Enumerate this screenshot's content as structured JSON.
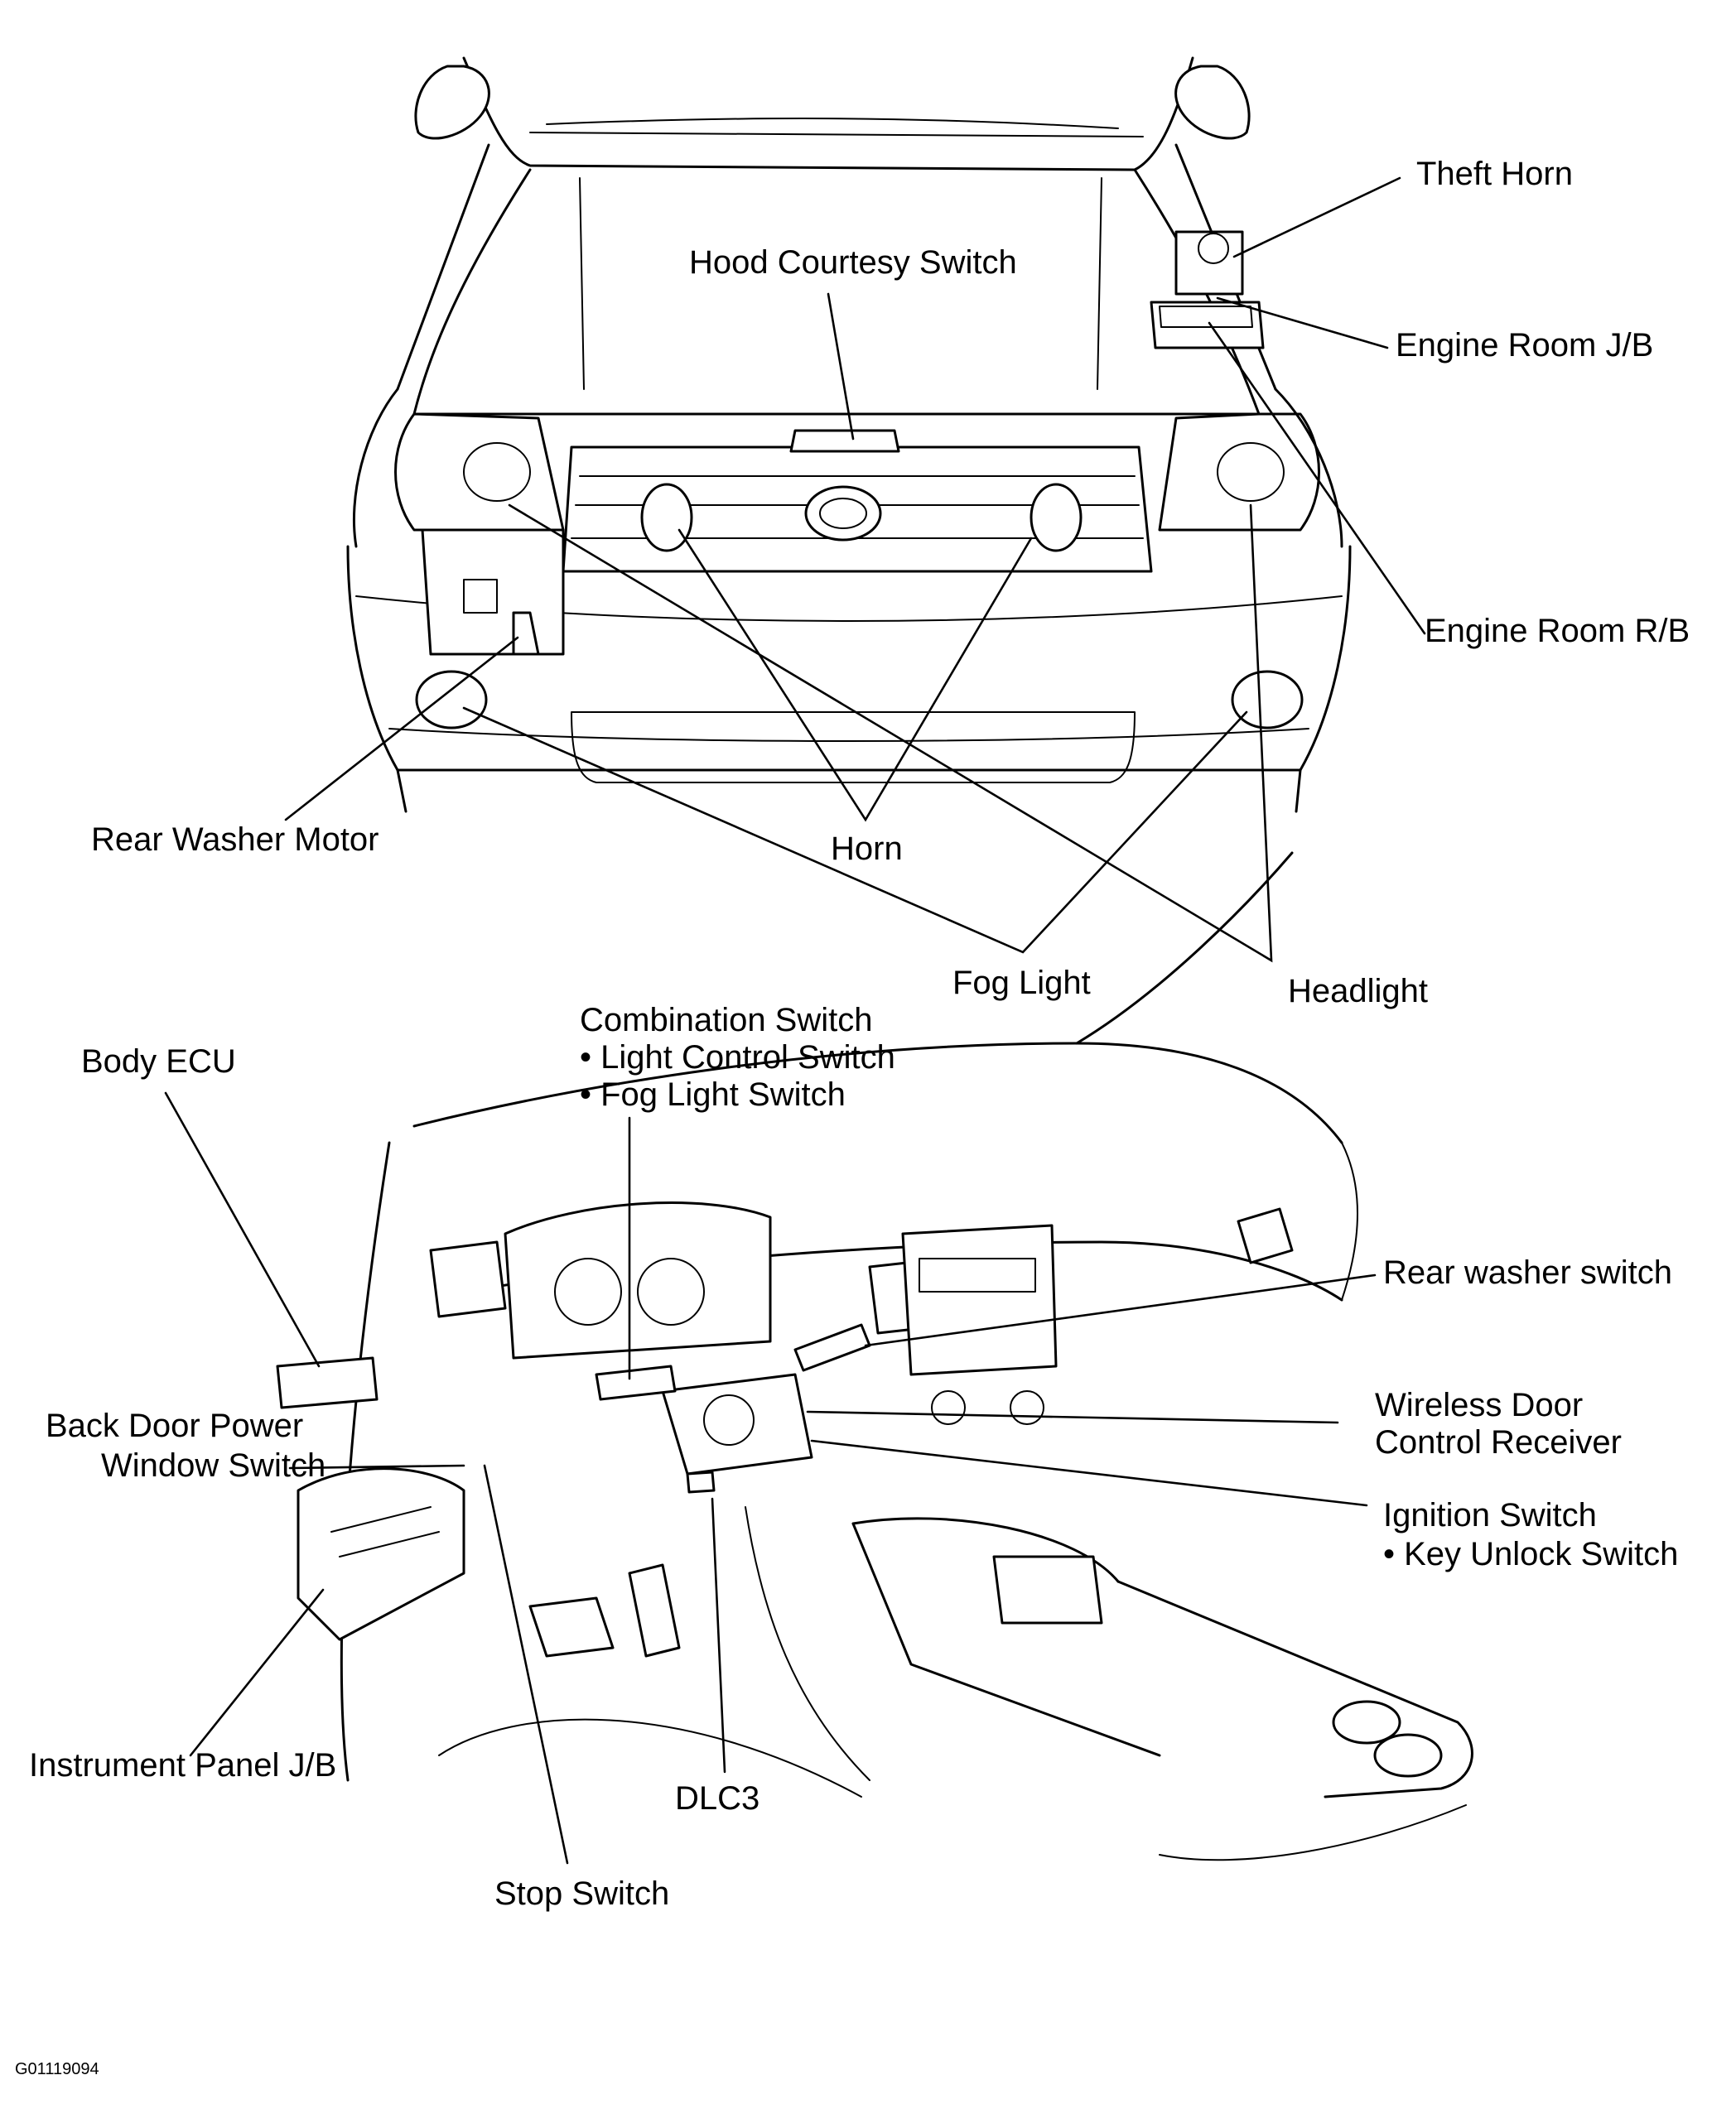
{
  "figure_code": "G01119094",
  "labels": {
    "theft_horn": "Theft Horn",
    "hood_courtesy_switch": "Hood Courtesy Switch",
    "engine_room_jb": "Engine Room J/B",
    "engine_room_rb": "Engine Room R/B",
    "rear_washer_motor": "Rear Washer Motor",
    "horn": "Horn",
    "fog_light": "Fog Light",
    "headlight": "Headlight",
    "combination_switch": "Combination Switch",
    "light_control_switch": "• Light Control Switch",
    "fog_light_switch": "• Fog Light Switch",
    "body_ecu": "Body ECU",
    "rear_washer_switch": "Rear washer switch",
    "wireless_door_line1": "Wireless Door",
    "wireless_door_line2": "Control Receiver",
    "back_door_line1": "Back Door Power",
    "back_door_line2": "Window Switch",
    "ignition_switch": "Ignition Switch",
    "key_unlock_switch": "• Key Unlock Switch",
    "instrument_panel_jb": "Instrument Panel J/B",
    "dlc3": "DLC3",
    "stop_switch": "Stop Switch"
  }
}
